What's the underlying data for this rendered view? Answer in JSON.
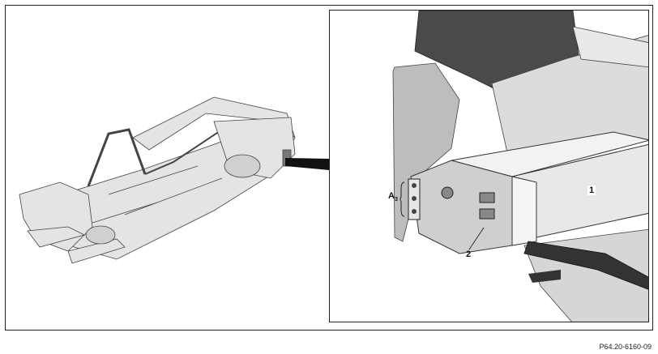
{
  "callouts": {
    "label_1": "1",
    "label_2": "2",
    "label_a_main": "A",
    "label_a_sub": "3"
  },
  "figure_id": "P64.20-6160-09",
  "colors": {
    "line": "#222222",
    "body_fill": "#e6e6e6",
    "dark_fill": "#4a4a4a",
    "mid_fill": "#bdbdbd"
  }
}
